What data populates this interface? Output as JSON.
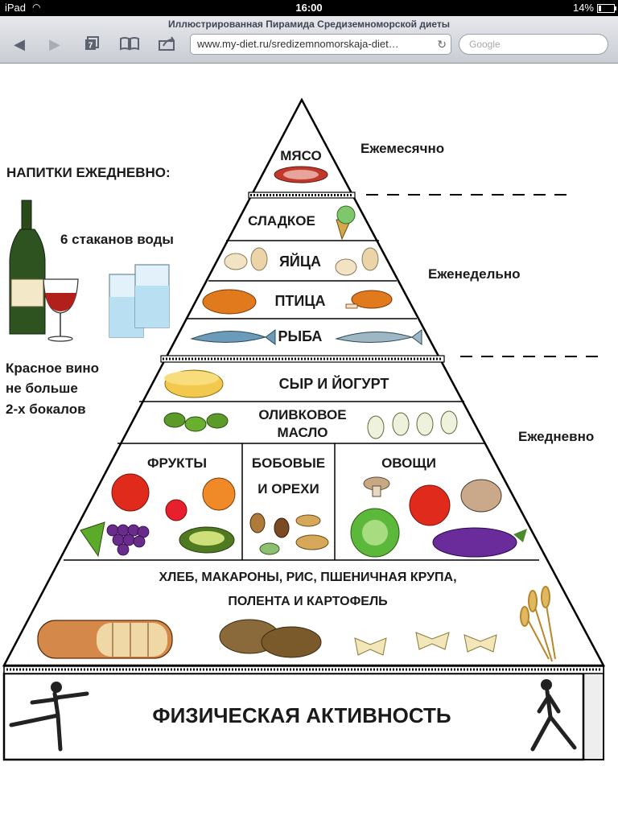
{
  "status_bar": {
    "device": "iPad",
    "time": "16:00",
    "battery": "14%"
  },
  "browser": {
    "page_title": "Иллюстрированная Пирамида Средиземноморской диеты",
    "url": "www.my-diet.ru/sredizemnomorskaja-diet…",
    "search_placeholder": "Google",
    "tab_count": "7"
  },
  "pyramid": {
    "tiers": {
      "meat": "МЯСО",
      "sweets": "СЛАДКОЕ",
      "eggs": "ЯЙЦА",
      "poultry": "ПТИЦА",
      "fish": "РЫБА",
      "cheese": "СЫР И ЙОГУРТ",
      "oil_1": "ОЛИВКОВОЕ",
      "oil_2": "МАСЛО",
      "fruits": "ФРУКТЫ",
      "legumes_1": "БОБОВЫЕ",
      "legumes_2": "И ОРЕХИ",
      "vegetables": "ОВОЩИ",
      "grains_1": "ХЛЕБ, МАКАРОНЫ, РИС, ПШЕНИЧНАЯ КРУПА,",
      "grains_2": "ПОЛЕНТА И КАРТОФЕЛЬ",
      "activity": "ФИЗИЧЕСКАЯ АКТИВНОСТЬ"
    },
    "frequency": {
      "monthly": "Ежемесячно",
      "weekly": "Еженедельно",
      "daily": "Ежедневно"
    },
    "drinks": {
      "heading": "НАПИТКИ ЕЖЕДНЕВНО:",
      "water": "6 стаканов воды",
      "wine_1": "Красное вино",
      "wine_2": "не больше",
      "wine_3": "2-х бокалов"
    }
  }
}
